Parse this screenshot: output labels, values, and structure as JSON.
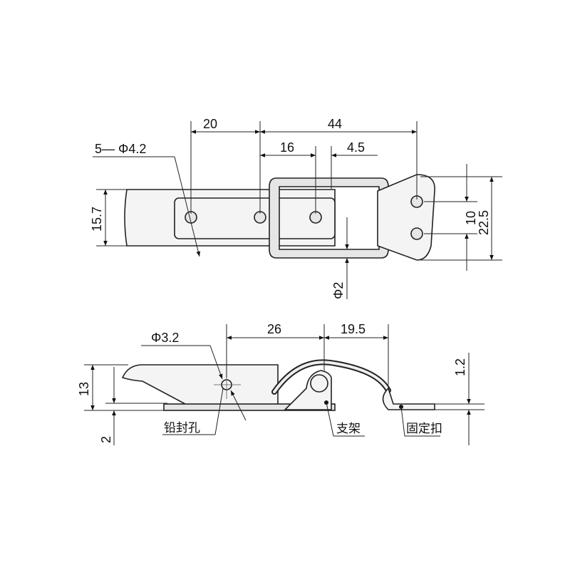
{
  "top_view": {
    "dims": {
      "d20": "20",
      "d44": "44",
      "d16": "16",
      "d4_5": "4.5",
      "holes": "5— Φ4.2",
      "d15_7": "15.7",
      "d10": "10",
      "d22_5": "22.5",
      "d2": "Φ2"
    }
  },
  "side_view": {
    "dims": {
      "d3_2": "Φ3.2",
      "d26": "26",
      "d19_5": "19.5",
      "d13": "13",
      "d2": "2",
      "d1_2": "1.2"
    },
    "labels": {
      "seal_hole": "铅封孔",
      "bracket": "支架",
      "fixing_catch": "固定扣"
    }
  }
}
